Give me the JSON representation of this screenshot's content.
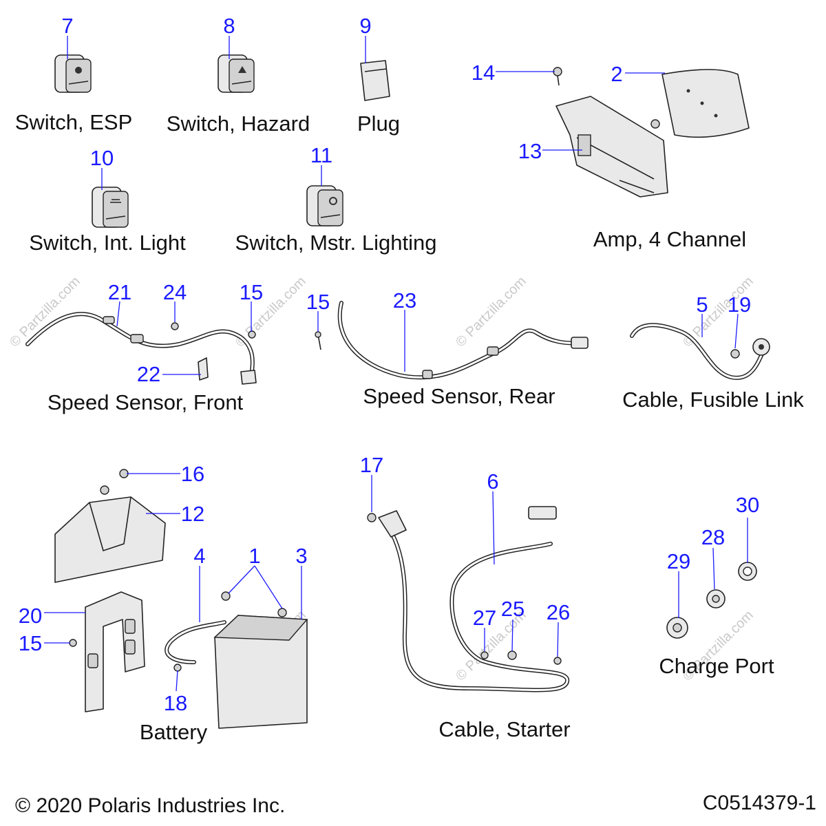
{
  "diagram": {
    "callouts": [
      "7",
      "8",
      "9",
      "14",
      "2",
      "13",
      "10",
      "11",
      "21",
      "24",
      "15",
      "22",
      "15",
      "23",
      "5",
      "19",
      "17",
      "6",
      "16",
      "12",
      "4",
      "1",
      "3",
      "20",
      "15",
      "18",
      "27",
      "25",
      "26",
      "30",
      "28",
      "29"
    ],
    "captions": {
      "switch_esp": "Switch, ESP",
      "switch_hazard": "Switch, Hazard",
      "plug": "Plug",
      "amp": "Amp, 4 Channel",
      "switch_int_light": "Switch, Int. Light",
      "switch_mstr_lighting": "Switch, Mstr. Lighting",
      "speed_sensor_front": "Speed Sensor, Front",
      "speed_sensor_rear": "Speed Sensor, Rear",
      "cable_fusible_link": "Cable, Fusible Link",
      "battery": "Battery",
      "cable_starter": "Cable, Starter",
      "charge_port": "Charge Port"
    },
    "watermark": "© Partzilla.com"
  },
  "footer": {
    "copyright": "© 2020 Polaris Industries Inc.",
    "drawing_id": "C0514379-1"
  }
}
